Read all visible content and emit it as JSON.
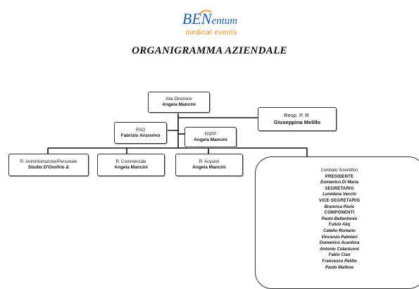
{
  "logo": {
    "text_be": "BEN",
    "text_ventum": "entum",
    "tagline": "medical events"
  },
  "title": "ORGANIGRAMMA AZIENDALE",
  "boxes": {
    "alta_direzione": {
      "role": "Alta Direzione",
      "name": "Angela Mancini"
    },
    "rsq": {
      "role": "RSQ",
      "name": "Fabrizio Anzovino"
    },
    "rspp": {
      "role": "RSPP",
      "name": "Angela Mancini"
    },
    "resp_pr": {
      "role": "Resp. P. R.",
      "name": "Giuseppina Melillo"
    },
    "amministrazione": {
      "role": "R. Amministrazione/Personale",
      "name": "Studio D'Onofrio &"
    },
    "commerciale": {
      "role": "R. Commerciale",
      "name": "Angela Mancini"
    },
    "acquisti": {
      "role": "R. Acquisti",
      "name": "Angela Mancini"
    }
  },
  "committee": {
    "title": "Comitato Scientifico",
    "lines": [
      {
        "kind": "heading",
        "text": "PRESIDENTE"
      },
      {
        "kind": "member",
        "text": "Domenico Di Maria"
      },
      {
        "kind": "heading",
        "text": "SEGRETARIO"
      },
      {
        "kind": "member",
        "text": "Loredana Vecchi"
      },
      {
        "kind": "heading",
        "text": "VICE-SEGRETARIO"
      },
      {
        "kind": "member",
        "text": "Brancica Pavic"
      },
      {
        "kind": "heading",
        "text": "COMPONENTI"
      },
      {
        "kind": "member",
        "text": "Paolo Bellantonio"
      },
      {
        "kind": "member",
        "text": "Fulvio Aloj"
      },
      {
        "kind": "member",
        "text": "Catello Romano"
      },
      {
        "kind": "member",
        "text": "Vincenzo Palmieri"
      },
      {
        "kind": "member",
        "text": "Domenico Acanfora"
      },
      {
        "kind": "member",
        "text": "Antonio Colantuoni"
      },
      {
        "kind": "member",
        "text": "Fabio Ciao"
      },
      {
        "kind": "member",
        "text": "Francesco Pelillo"
      },
      {
        "kind": "member",
        "text": "Paolo Maifese"
      }
    ]
  },
  "colors": {
    "logo_blue": "#1f5fa8",
    "logo_orange": "#f08a1c"
  }
}
